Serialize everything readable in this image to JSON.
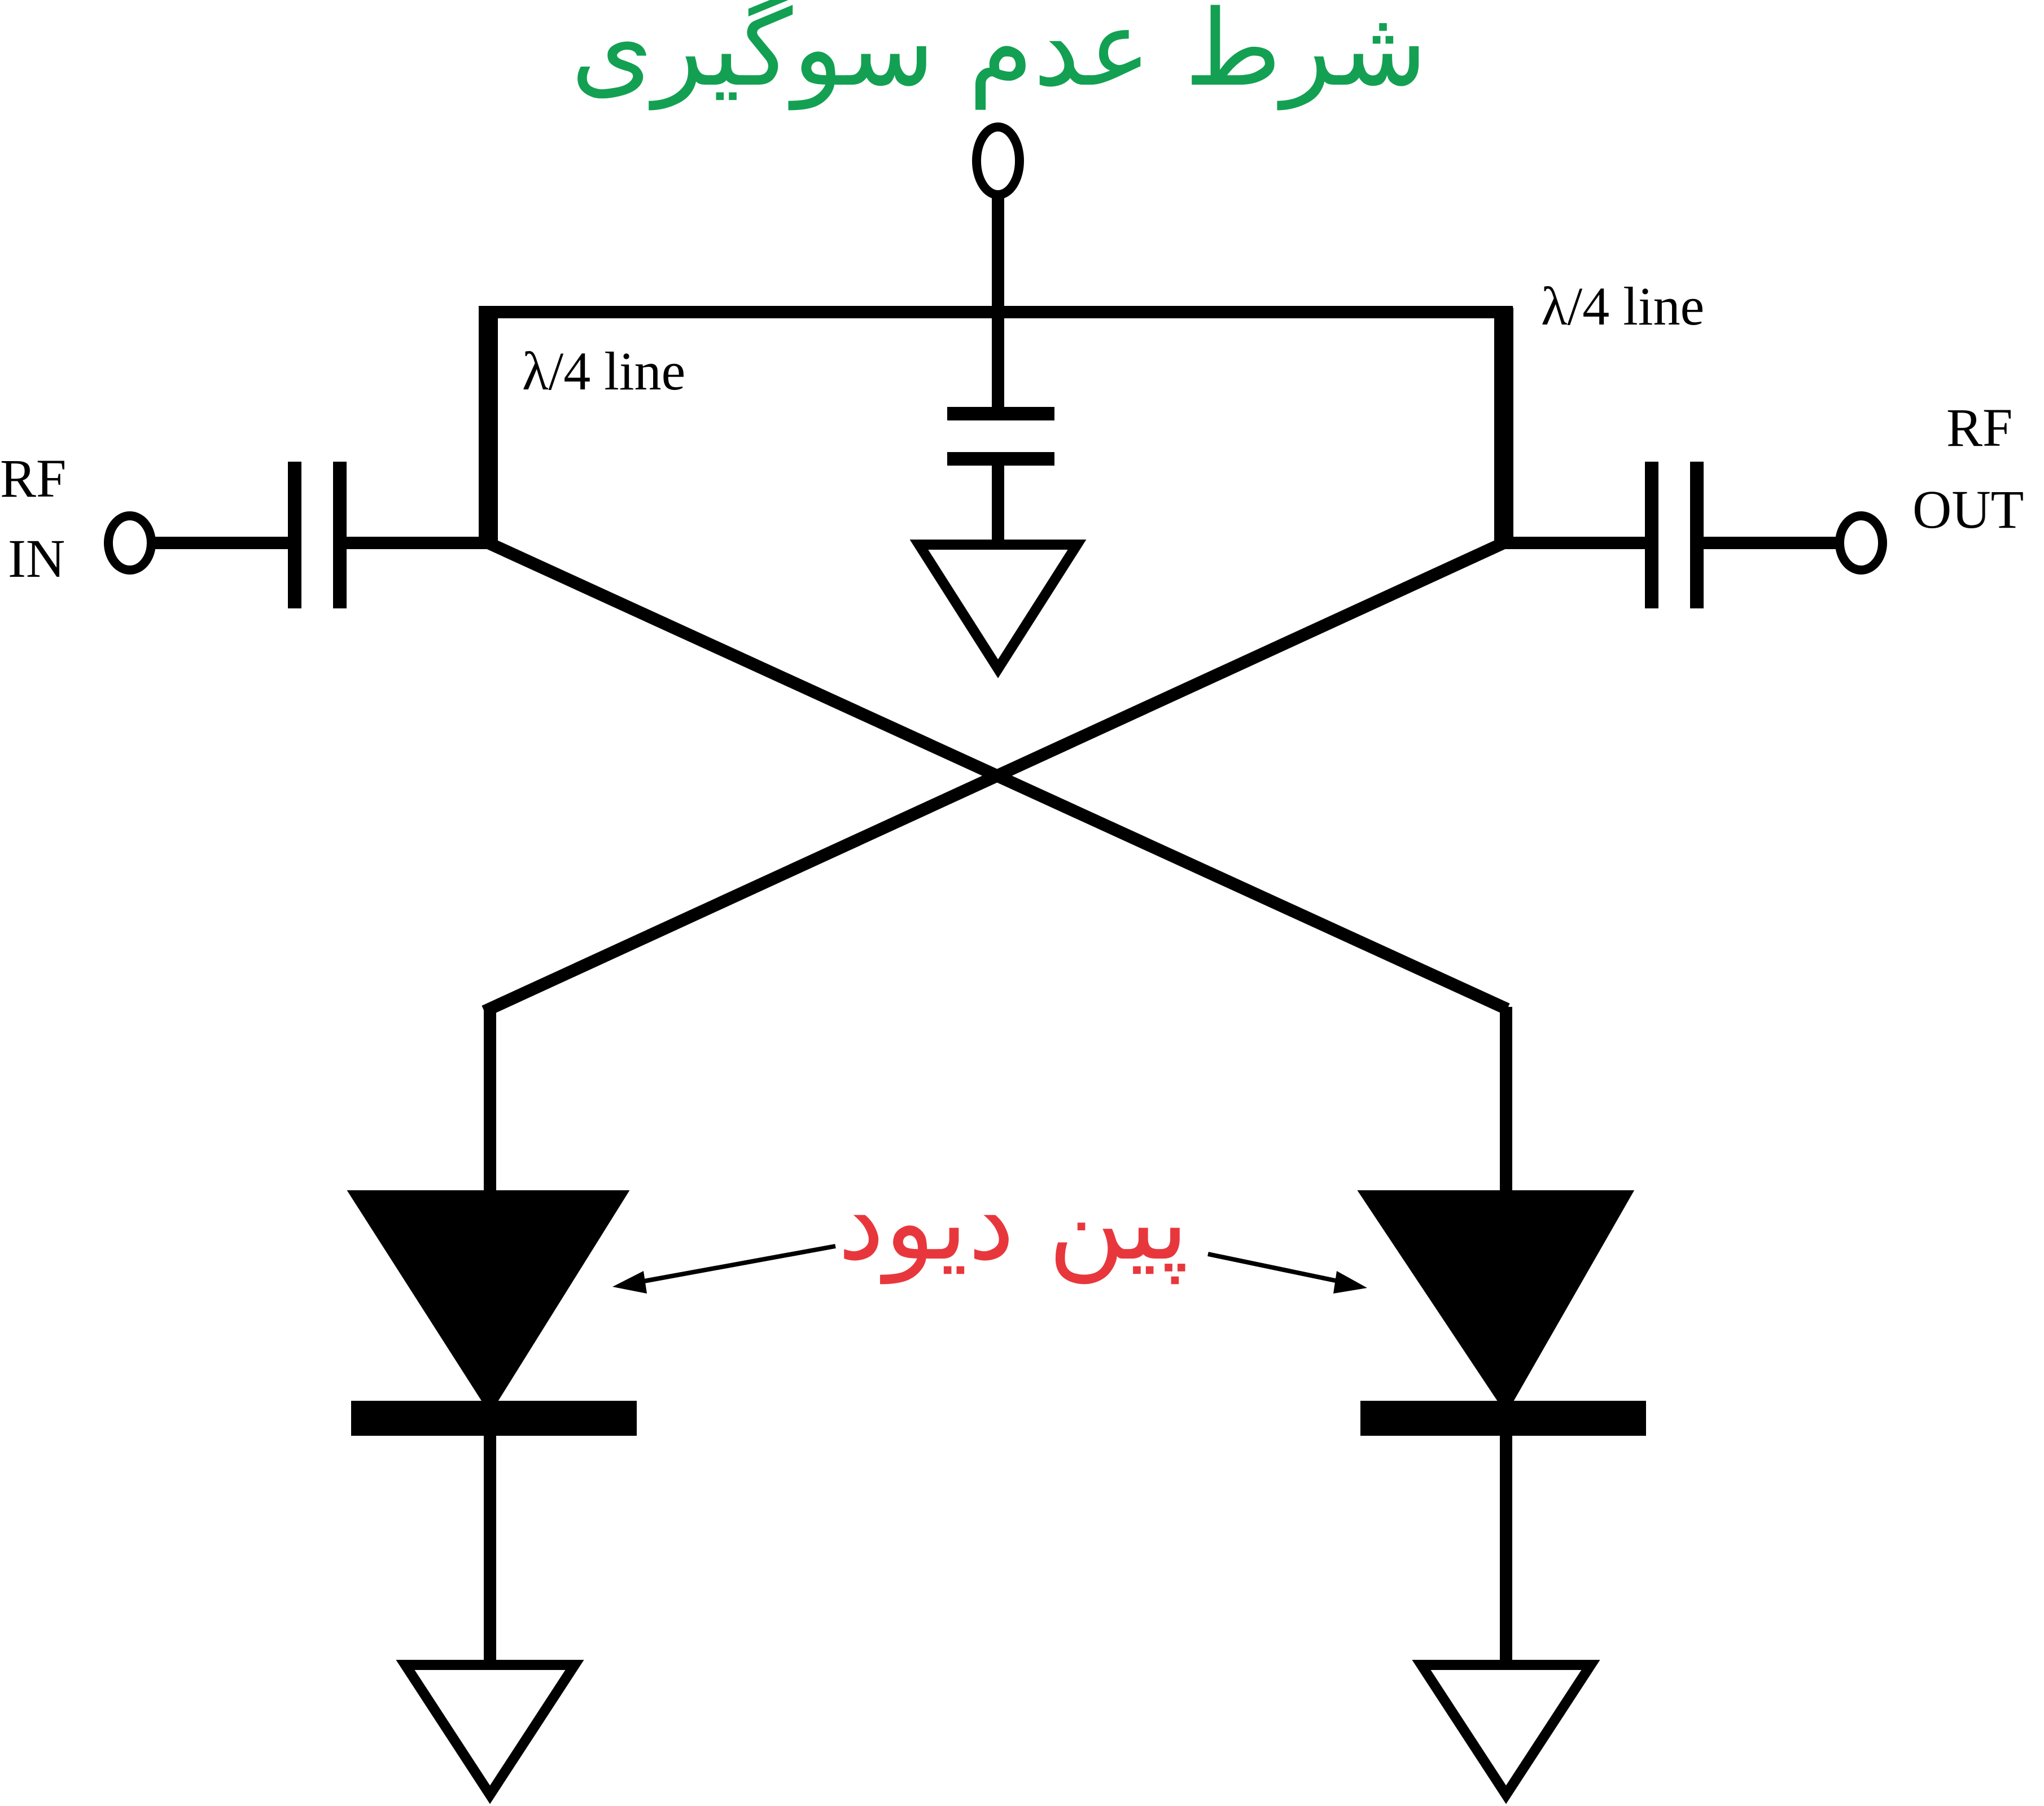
{
  "labels": {
    "bias_title": "شرط عدم سوگیری",
    "pin_diode": "پین دیود",
    "quarter_line_left": "λ/4 line",
    "quarter_line_right": "λ/4 line",
    "rf_in_line1": "RF",
    "rf_in_line2": "IN",
    "rf_out_line1": "RF",
    "rf_out_line2": "OUT"
  },
  "colors": {
    "bias_title": "#13a052",
    "pin_diode": "#e8373c",
    "wires": "#000000"
  }
}
